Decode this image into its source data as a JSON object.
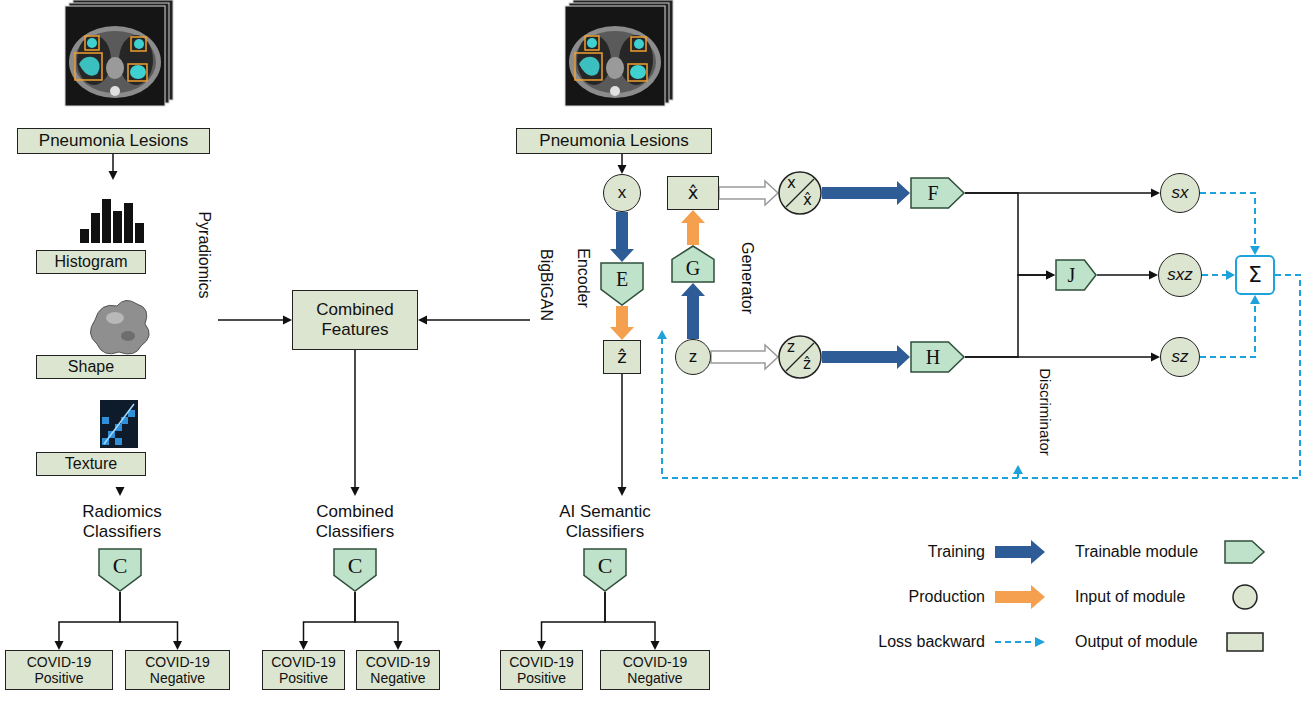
{
  "diagram": {
    "nodes": [
      {
        "text": [
          "Pneumonia Lesions"
        ]
      },
      {
        "text": [
          "Pyradiomics"
        ]
      },
      {
        "text": [
          "Histogram"
        ],
        "in": 1
      },
      {
        "text": [
          "Shape"
        ],
        "in": 1
      },
      {
        "text": [
          "Texture"
        ],
        "in": 1
      },
      {
        "text": [
          "Combined Features"
        ]
      },
      {
        "text": [
          "Pneumonia Lesions"
        ]
      },
      {
        "text": [
          "BigBiGAN"
        ]
      },
      {
        "text": [
          "x"
        ],
        "in": 7
      },
      {
        "text": [
          "x̂"
        ],
        "in": 7
      },
      {
        "text": [
          "x",
          "x̂"
        ],
        "in": 7
      },
      {
        "text": [
          "Encoder",
          "Generator"
        ],
        "in": 7
      },
      {
        "text": [
          "E"
        ],
        "in": 11
      },
      {
        "text": [
          "G"
        ],
        "in": 11
      },
      {
        "text": [
          "ẑ"
        ],
        "in": 7
      },
      {
        "text": [
          "z"
        ],
        "in": 7
      },
      {
        "text": [
          "z",
          "ẑ"
        ],
        "in": 7
      },
      {
        "text": [
          "Discriminator"
        ],
        "in": 7
      },
      {
        "text": [
          "F"
        ],
        "in": 17
      },
      {
        "text": [
          "J"
        ],
        "in": 17
      },
      {
        "text": [
          "H"
        ],
        "in": 17
      },
      {
        "text": [
          "sx"
        ],
        "in": 7
      },
      {
        "text": [
          "sxz"
        ],
        "in": 7
      },
      {
        "text": [
          "sz"
        ],
        "in": 7
      },
      {
        "text": [
          "Σ"
        ],
        "in": 7
      },
      {
        "text": [
          "Radiomics Classifiers"
        ]
      },
      {
        "text": [
          "C"
        ],
        "in": 25
      },
      {
        "text": [
          "COVID-19 Positive"
        ]
      },
      {
        "text": [
          "COVID-19 Negative"
        ]
      },
      {
        "text": [
          "Combined Classifiers"
        ]
      },
      {
        "text": [
          "C"
        ],
        "in": 29
      },
      {
        "text": [
          "COVID-19 Positive"
        ]
      },
      {
        "text": [
          "COVID-19 Negative"
        ]
      },
      {
        "text": [
          "AI Semantic Classifiers"
        ]
      },
      {
        "text": [
          "C"
        ],
        "in": 33
      },
      {
        "text": [
          "COVID-19 Positive"
        ]
      },
      {
        "text": [
          "COVID-19 Negative"
        ]
      }
    ],
    "edges": [
      {
        "from": 0,
        "to": 1,
        "arrow": "to"
      },
      {
        "from": 1,
        "to": 5,
        "arrow": "to"
      },
      {
        "from": 7,
        "to": 5,
        "arrow": "to"
      },
      {
        "from": 1,
        "to": 25,
        "arrow": "to"
      },
      {
        "from": 5,
        "to": 29,
        "arrow": "to"
      },
      {
        "from": 14,
        "to": 33,
        "arrow": "to"
      },
      {
        "from": 26,
        "to": 27,
        "arrow": "to"
      },
      {
        "from": 26,
        "to": 28,
        "arrow": "to"
      },
      {
        "from": 30,
        "to": 31,
        "arrow": "to"
      },
      {
        "from": 30,
        "to": 32,
        "arrow": "to"
      },
      {
        "from": 34,
        "to": 35,
        "arrow": "to"
      },
      {
        "from": 34,
        "to": 36,
        "arrow": "to"
      },
      {
        "from": 6,
        "to": 8,
        "arrow": "to"
      },
      {
        "from": 8,
        "to": 12,
        "arrow": "to"
      },
      {
        "from": 12,
        "to": 14,
        "arrow": "to"
      },
      {
        "from": 15,
        "to": 13,
        "arrow": "to"
      },
      {
        "from": 13,
        "to": 9,
        "arrow": "to"
      },
      {
        "from": 9,
        "to": 10,
        "arrow": "to"
      },
      {
        "from": 15,
        "to": 16,
        "arrow": "to"
      },
      {
        "from": 10,
        "to": 18,
        "arrow": "to"
      },
      {
        "from": 16,
        "to": 20,
        "arrow": "to"
      },
      {
        "from": 18,
        "to": 21,
        "arrow": "to"
      },
      {
        "from": 18,
        "to": 19,
        "arrow": "to"
      },
      {
        "from": 20,
        "to": 19,
        "arrow": "to"
      },
      {
        "from": 19,
        "to": 22,
        "arrow": "to"
      },
      {
        "from": 20,
        "to": 23,
        "arrow": "to"
      },
      {
        "from": 21,
        "to": 24,
        "arrow": "to"
      },
      {
        "from": 22,
        "to": 24,
        "arrow": "to"
      },
      {
        "from": 23,
        "to": 24,
        "arrow": "to"
      },
      {
        "from": 24,
        "to": 11,
        "arrow": "to"
      },
      {
        "from": 24,
        "to": 17,
        "arrow": "to"
      }
    ],
    "legend": [
      {
        "text": "Training"
      },
      {
        "text": "Trainable module"
      },
      {
        "text": "Production"
      },
      {
        "text": "Input of module"
      },
      {
        "text": "Loss backward"
      },
      {
        "text": "Output of module"
      }
    ]
  }
}
